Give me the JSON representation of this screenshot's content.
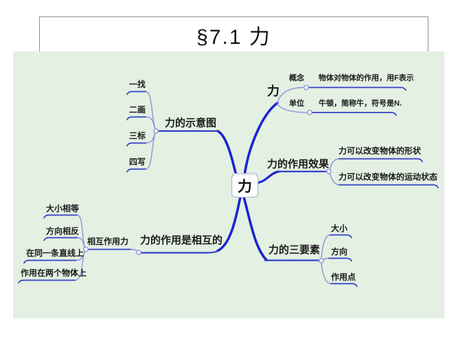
{
  "title": "§7.1  力",
  "map": {
    "center": "力",
    "branches": {
      "force": {
        "label": "力",
        "children": [
          {
            "label": "概念",
            "value": "物体对物体的作用，用F表示"
          },
          {
            "label": "单位",
            "value": "牛顿，简称牛，符号是N."
          }
        ]
      },
      "effects": {
        "label": "力的作用效果",
        "children": [
          "力可以改变物体的形状",
          "力可以改变物体的运动状态"
        ]
      },
      "elements": {
        "label": "力的三要素",
        "children": [
          "大小",
          "方向",
          "作用点"
        ]
      },
      "diagram": {
        "label": "力的示意图",
        "children": [
          "一找",
          "二画",
          "三标",
          "四写"
        ]
      },
      "mutual": {
        "label": "力的作用是相互的",
        "child": {
          "label": "相互作用力",
          "children": [
            "大小相等",
            "方向相反",
            "在同一条直线上",
            "作用在两个物体上"
          ]
        }
      }
    }
  },
  "colors": {
    "canvas_bg": "#e3f0e2",
    "edge_main": "#1d24ce",
    "edge_sub": "#8a93d8",
    "node_line": "#333ec5",
    "title_border": "#8f8f8f",
    "center_border": "#a9b9d4"
  }
}
